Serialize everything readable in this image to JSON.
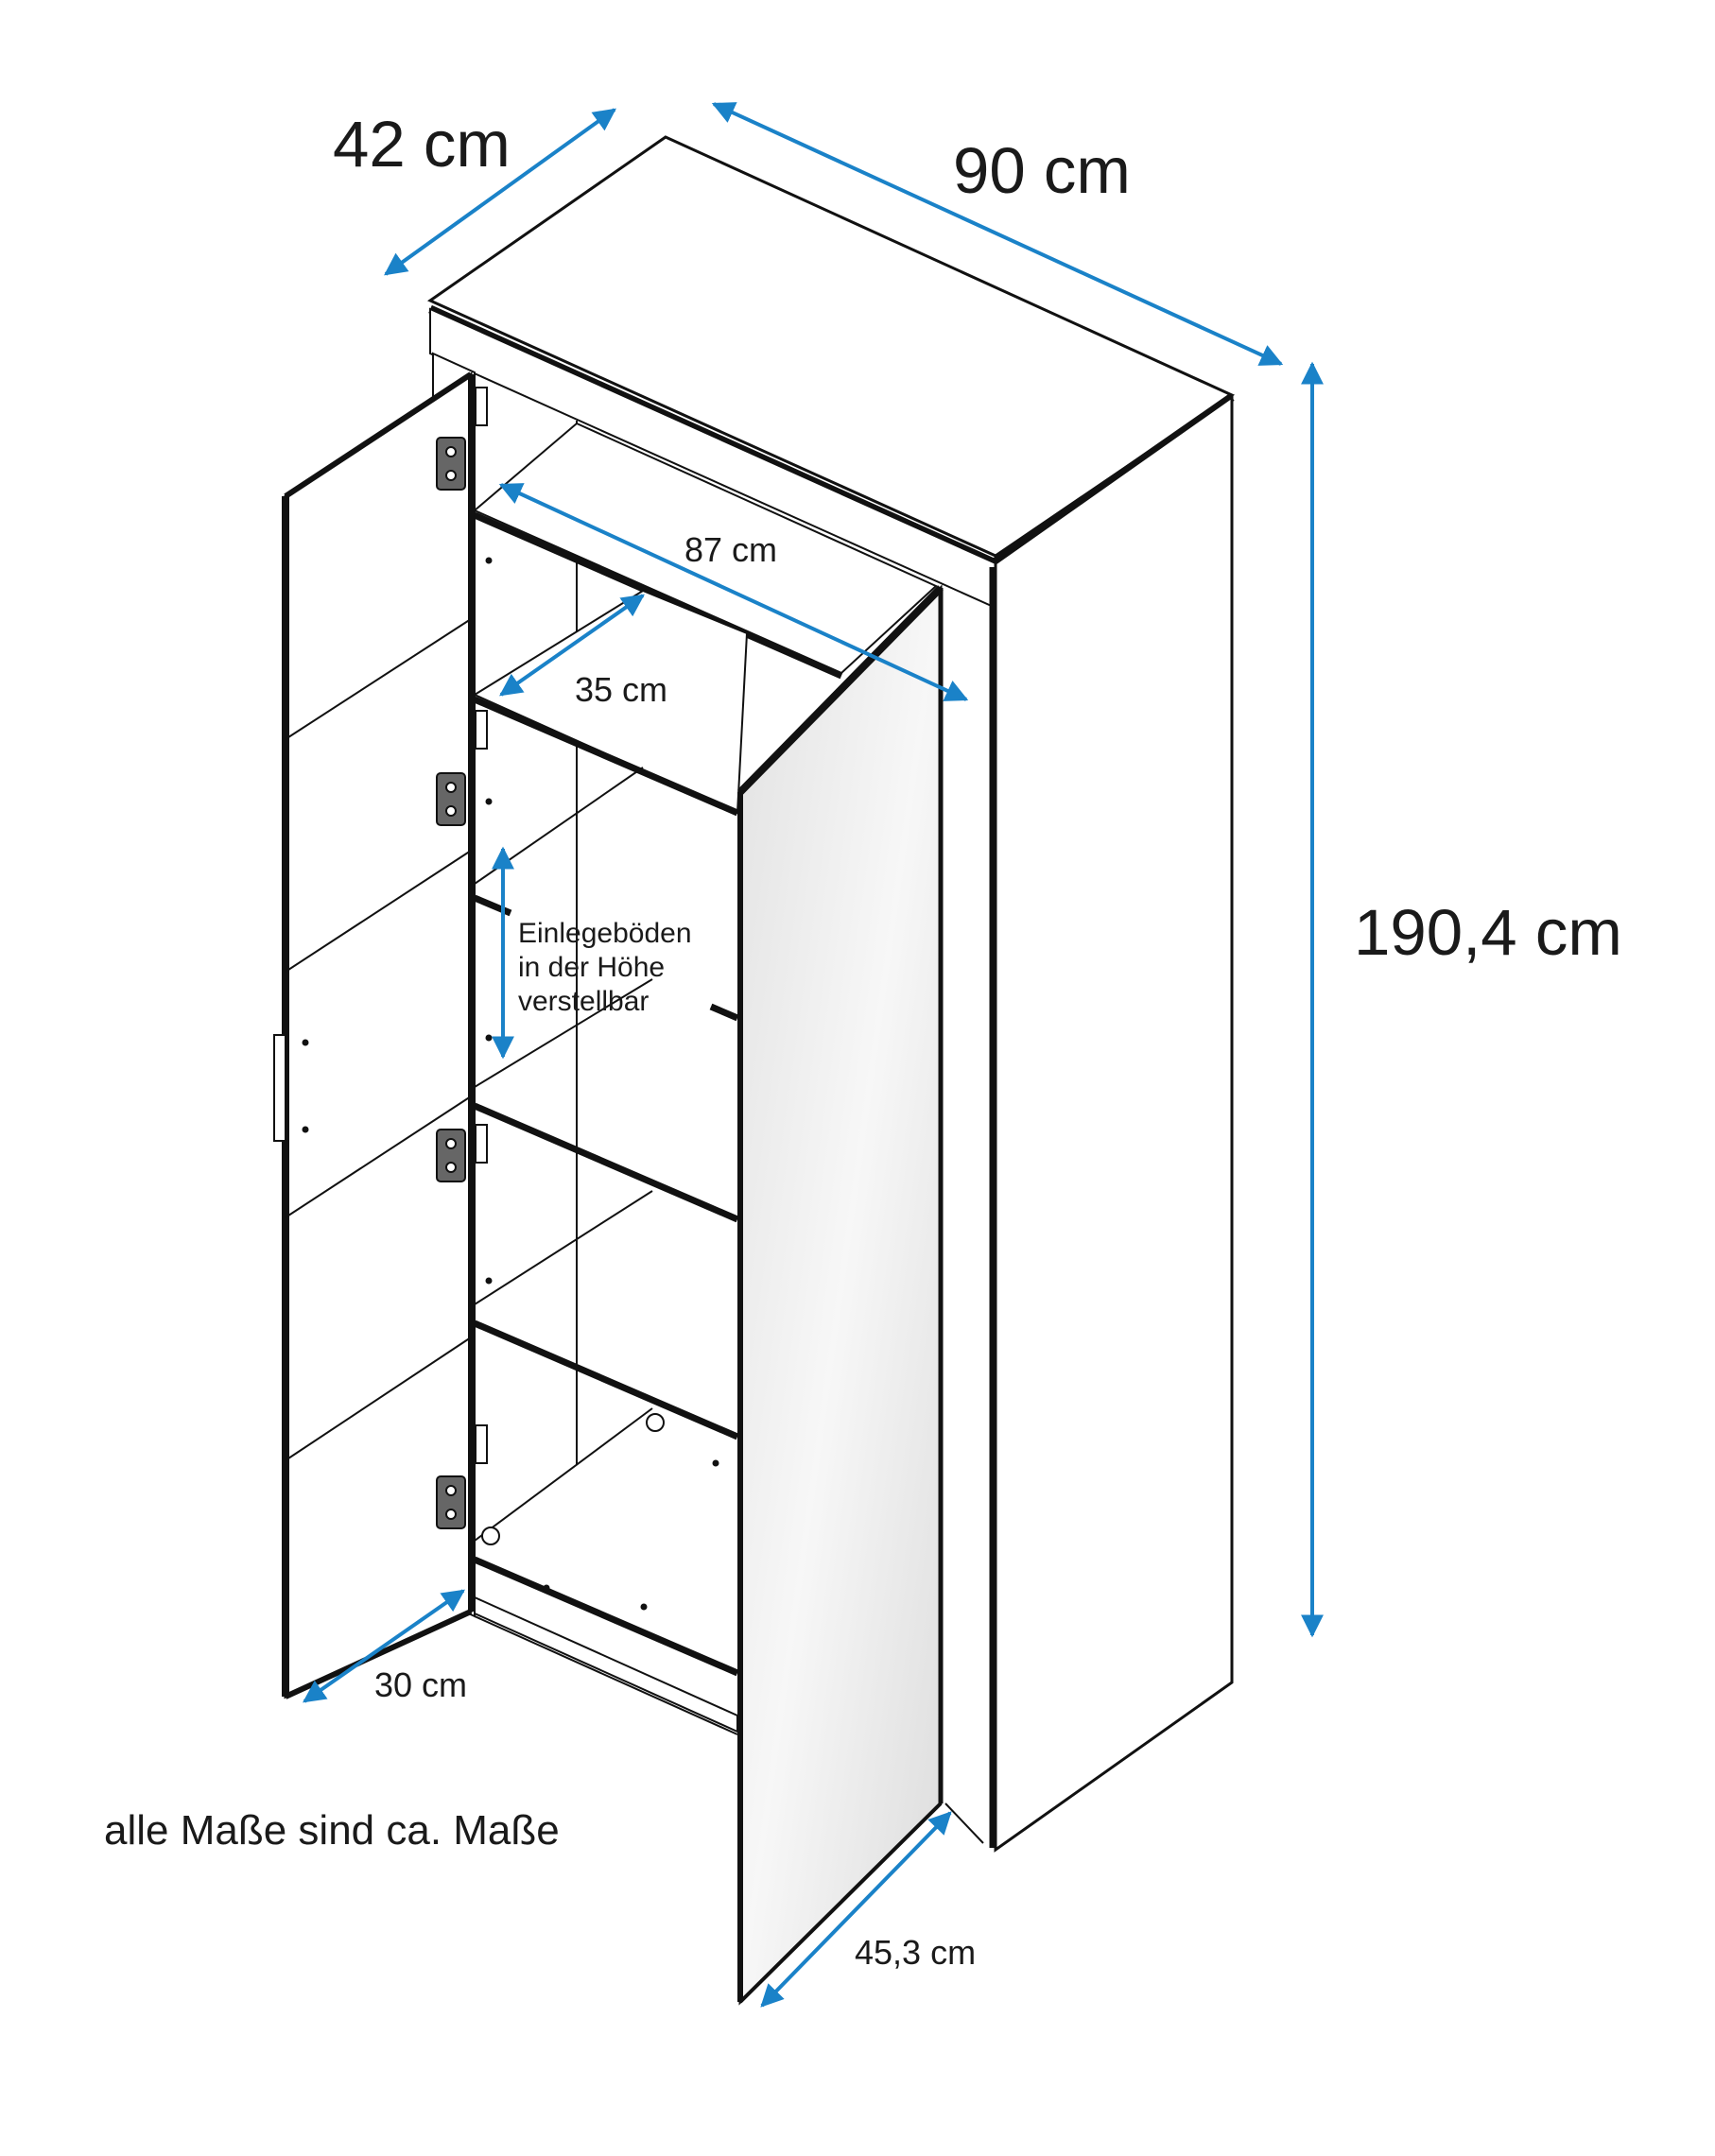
{
  "dimensions": {
    "depth": "42 cm",
    "width": "90 cm",
    "height": "190,4 cm",
    "inner_width": "87 cm",
    "shelf_depth": "35 cm",
    "left_door_depth": "30 cm",
    "right_door_width": "45,3 cm"
  },
  "shelf_note": {
    "line1": "Einlegeböden",
    "line2": "in der Höhe",
    "line3": "verstellbar"
  },
  "footnote": "alle Maße sind ca. Maße",
  "colors": {
    "arrow": "#1a82c8",
    "outline": "#111111",
    "mirror": "#e6e6e6"
  }
}
